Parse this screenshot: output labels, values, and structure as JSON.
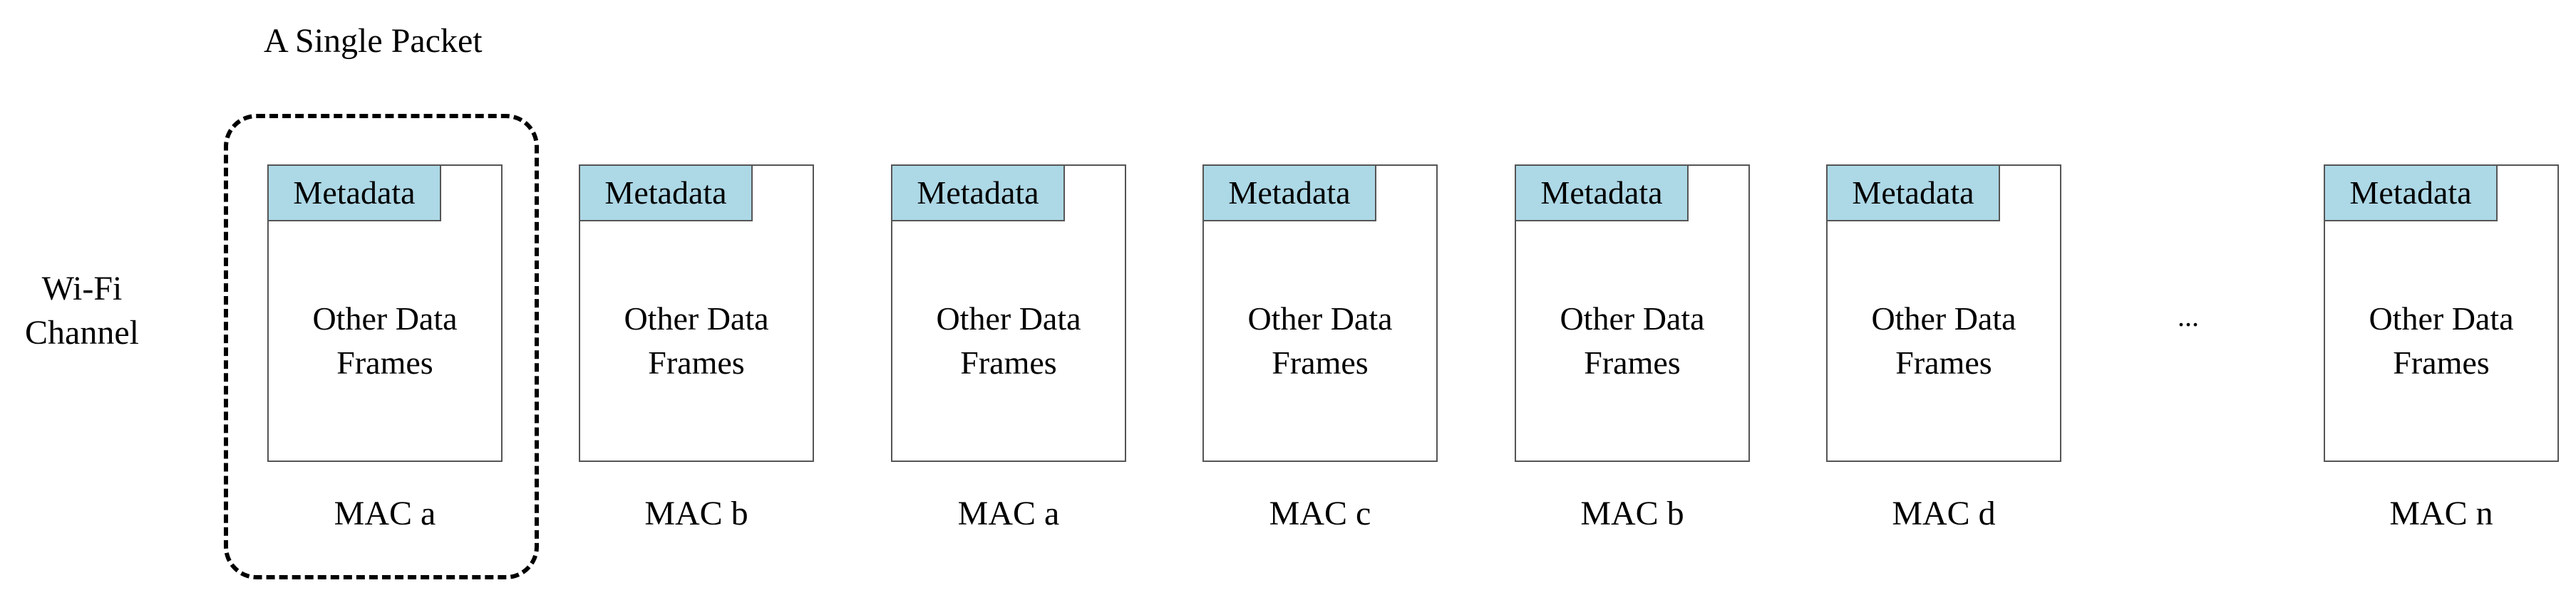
{
  "packet_label": "A Single Packet",
  "channel_label": [
    "Wi-Fi",
    "Channel"
  ],
  "metadata_label": "Metadata",
  "frame_text": [
    "Other Data",
    "Frames"
  ],
  "ellipsis": "...",
  "packets": [
    {
      "mac": "MAC a"
    },
    {
      "mac": "MAC b"
    },
    {
      "mac": "MAC a"
    },
    {
      "mac": "MAC c"
    },
    {
      "mac": "MAC b"
    },
    {
      "mac": "MAC d"
    },
    {
      "mac": "MAC n"
    }
  ],
  "colors": {
    "metadata_fill": "#add8e6",
    "box_border": "#555555"
  }
}
